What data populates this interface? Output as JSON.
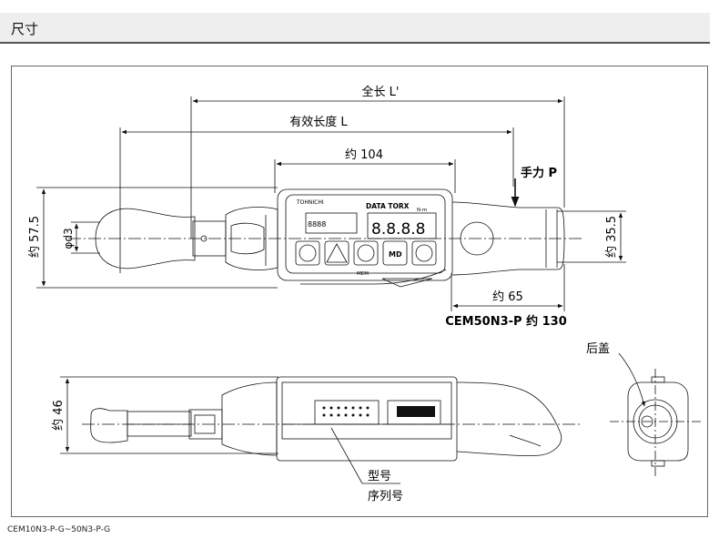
{
  "header": {
    "title": "尺寸"
  },
  "dimensions": {
    "overall_length": "全长 L'",
    "effective_length": "有效长度  L",
    "body_length": "约 104",
    "hand_force": "手力  P",
    "height_left": "约 57.5",
    "square_drive": "φd3",
    "height_right": "约 35.5",
    "grip_length": "约 65",
    "grip_note": "CEM50N3-P 约 130",
    "side_height": "约 46",
    "back_cover": "后盖",
    "model_no": "型号",
    "serial_no": "序列号"
  },
  "device": {
    "brand": "TOHNICHI",
    "product": "DATA TORX",
    "unit": "N·m",
    "readout": "8.8.8.8",
    "small_readout": "8888",
    "mem_label": "MEM",
    "md_label": "MD"
  },
  "footer": {
    "model_range": "CEM10N3-P-G~50N3-P-G"
  }
}
